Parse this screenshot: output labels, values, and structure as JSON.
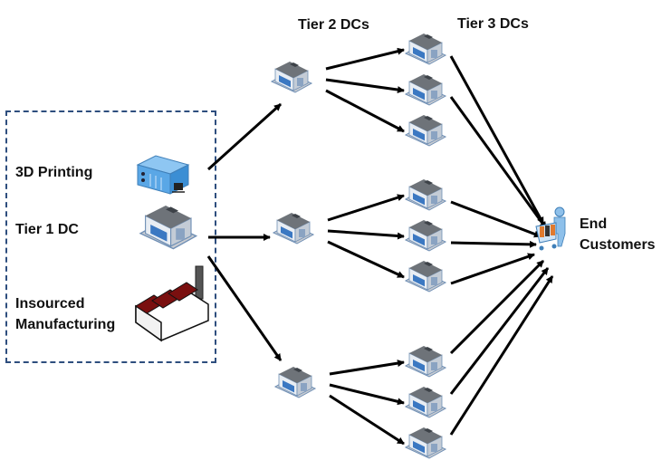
{
  "headers": {
    "tier2": "Tier 2 DCs",
    "tier3": "Tier 3 DCs"
  },
  "sources": {
    "printing": "3D Printing",
    "tier1": "Tier 1 DC",
    "manufacturing_line1": "Insourced",
    "manufacturing_line2": "Manufacturing"
  },
  "customer": {
    "line1": "End",
    "line2": "Customers"
  },
  "colors": {
    "box_border": "#2e4e7e",
    "arrow": "#000000",
    "building_roof": "#7a7f86",
    "building_wall": "#dfe6ef",
    "building_accent": "#3b78c2",
    "factory_roof": "#7a0f0f",
    "printer": "#5aa7e6"
  },
  "network": {
    "tier2_count": 3,
    "tier3_per_tier2": 3,
    "tier3_to_customer": [
      true,
      true,
      false,
      true,
      true,
      true,
      true,
      true,
      true
    ]
  }
}
